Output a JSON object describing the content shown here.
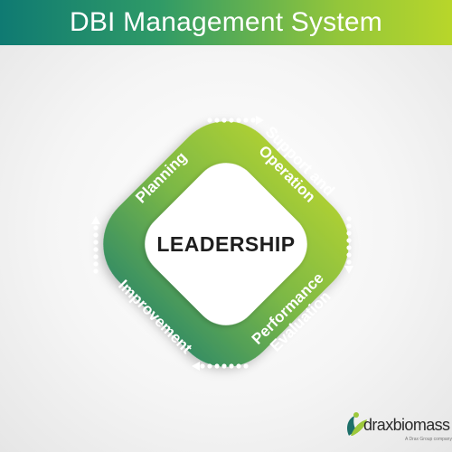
{
  "header": {
    "title": "DBI Management System"
  },
  "diagram": {
    "center_label": "LEADERSHIP",
    "stages": [
      {
        "lines": [
          "Planning"
        ]
      },
      {
        "lines": [
          "Support and",
          "Operation"
        ]
      },
      {
        "lines": [
          "Performance",
          "Evaluation"
        ]
      },
      {
        "lines": [
          "Improvement"
        ]
      }
    ],
    "colors": {
      "top": "#c4da2c",
      "middle": "#7bb846",
      "bottom": "#157a72",
      "dots": "#ffffff",
      "inner": "#ffffff"
    }
  },
  "logo": {
    "name": "draxbiomass",
    "tagline": "A Drax Group company",
    "colors": {
      "dark": "#1d6f69",
      "light": "#9cc83b"
    }
  }
}
